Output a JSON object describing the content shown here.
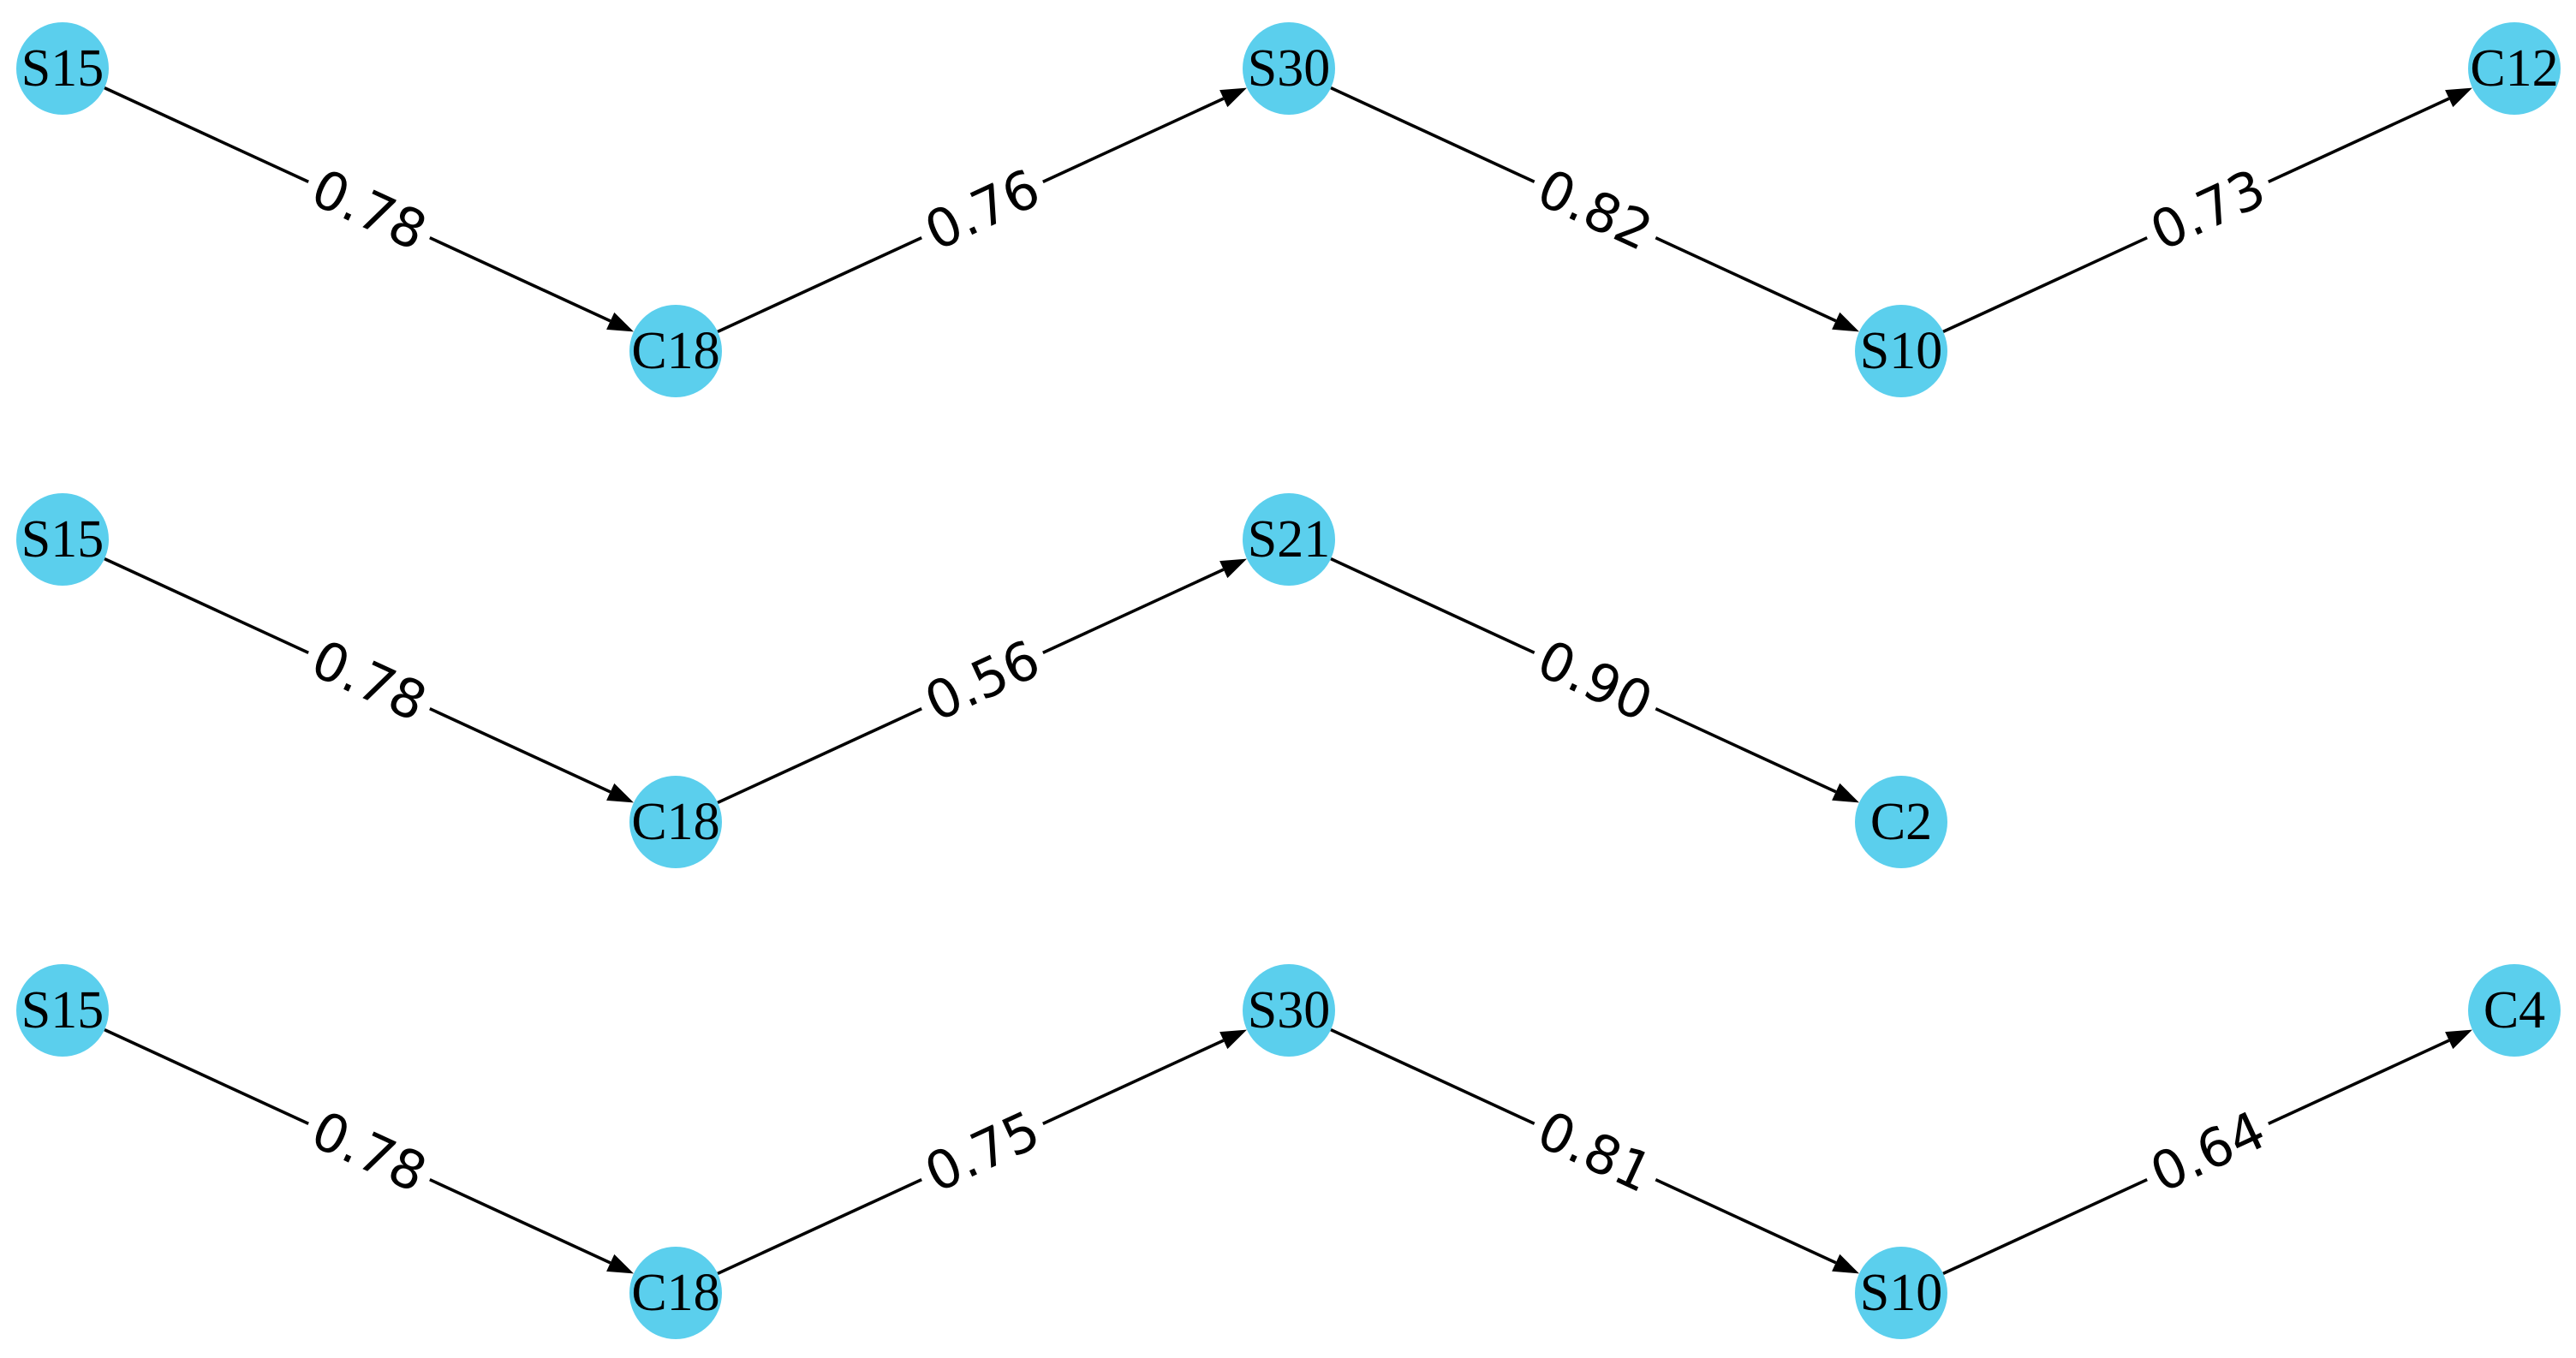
{
  "diagram": {
    "node_color": "#5bcfed",
    "edge_color": "#000000",
    "paths": [
      {
        "nodes": [
          "S15",
          "C18",
          "S30",
          "S10",
          "C12"
        ],
        "edges": [
          {
            "from": "S15",
            "to": "C18",
            "label": "0.78"
          },
          {
            "from": "C18",
            "to": "S30",
            "label": "0.76"
          },
          {
            "from": "S30",
            "to": "S10",
            "label": "0.82"
          },
          {
            "from": "S10",
            "to": "C12",
            "label": "0.73"
          }
        ]
      },
      {
        "nodes": [
          "S15",
          "C18",
          "S21",
          "C2"
        ],
        "edges": [
          {
            "from": "S15",
            "to": "C18",
            "label": "0.78"
          },
          {
            "from": "C18",
            "to": "S21",
            "label": "0.56"
          },
          {
            "from": "S21",
            "to": "C2",
            "label": "0.90"
          }
        ]
      },
      {
        "nodes": [
          "S15",
          "C18",
          "S30",
          "S10",
          "C4"
        ],
        "edges": [
          {
            "from": "S15",
            "to": "C18",
            "label": "0.78"
          },
          {
            "from": "C18",
            "to": "S30",
            "label": "0.75"
          },
          {
            "from": "S30",
            "to": "S10",
            "label": "0.81"
          },
          {
            "from": "S10",
            "to": "C4",
            "label": "0.64"
          }
        ]
      }
    ]
  }
}
